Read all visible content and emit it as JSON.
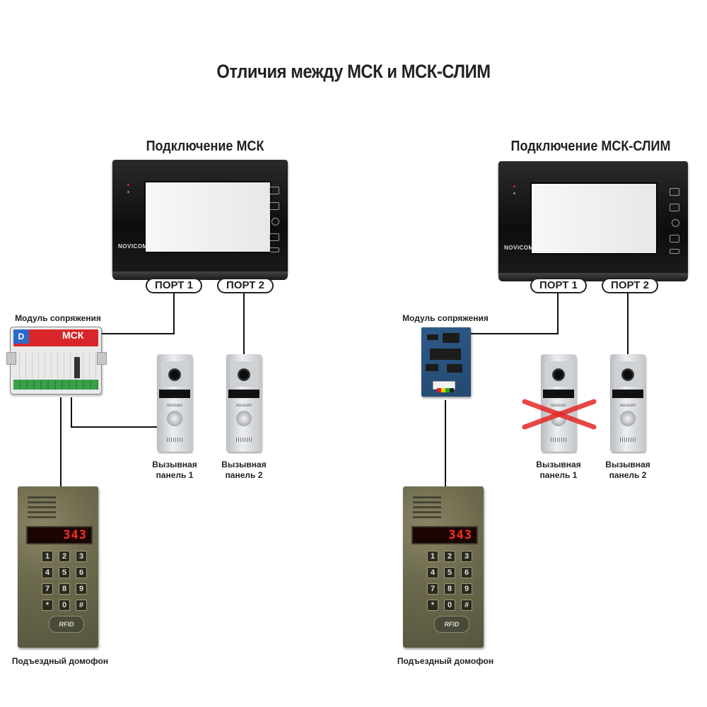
{
  "title": "Отличия между МСК и МСК-СЛИМ",
  "left": {
    "section_title": "Подключение МСК",
    "monitor_brand": "NOVICOM",
    "port1": "ПОРТ 1",
    "port2": "ПОРТ 2",
    "module_label": "Модуль сопряжения",
    "module_badge": "МСК",
    "module_logo": "D",
    "panel1_line1": "Вызывная",
    "panel1_line2": "панель 1",
    "panel2_line1": "Вызывная",
    "panel2_line2": "панель 2",
    "intercom_label": "Подъездный домофон"
  },
  "right": {
    "section_title": "Подключение МСК-СЛИМ",
    "monitor_brand": "NOVICOM",
    "port1": "ПОРТ 1",
    "port2": "ПОРТ 2",
    "module_label": "Модуль сопряжения",
    "panel1_line1": "Вызывная",
    "panel1_line2": "панель 1",
    "panel2_line1": "Вызывная",
    "panel2_line2": "панель 2",
    "intercom_label": "Подъездный домофон",
    "panel1_disabled": true
  },
  "call_panel_brand": "novicom",
  "intercom_display": "343",
  "intercom_rfid": "RFID",
  "intercom_keys": [
    "1",
    "2",
    "3",
    "4",
    "5",
    "6",
    "7",
    "8",
    "9",
    "*",
    "0",
    "#"
  ],
  "colors": {
    "wire": "#111111",
    "cross": "#e52828",
    "led_red": "#e02020",
    "module_red": "#d8262b",
    "display_red": "#ff2b1f"
  }
}
